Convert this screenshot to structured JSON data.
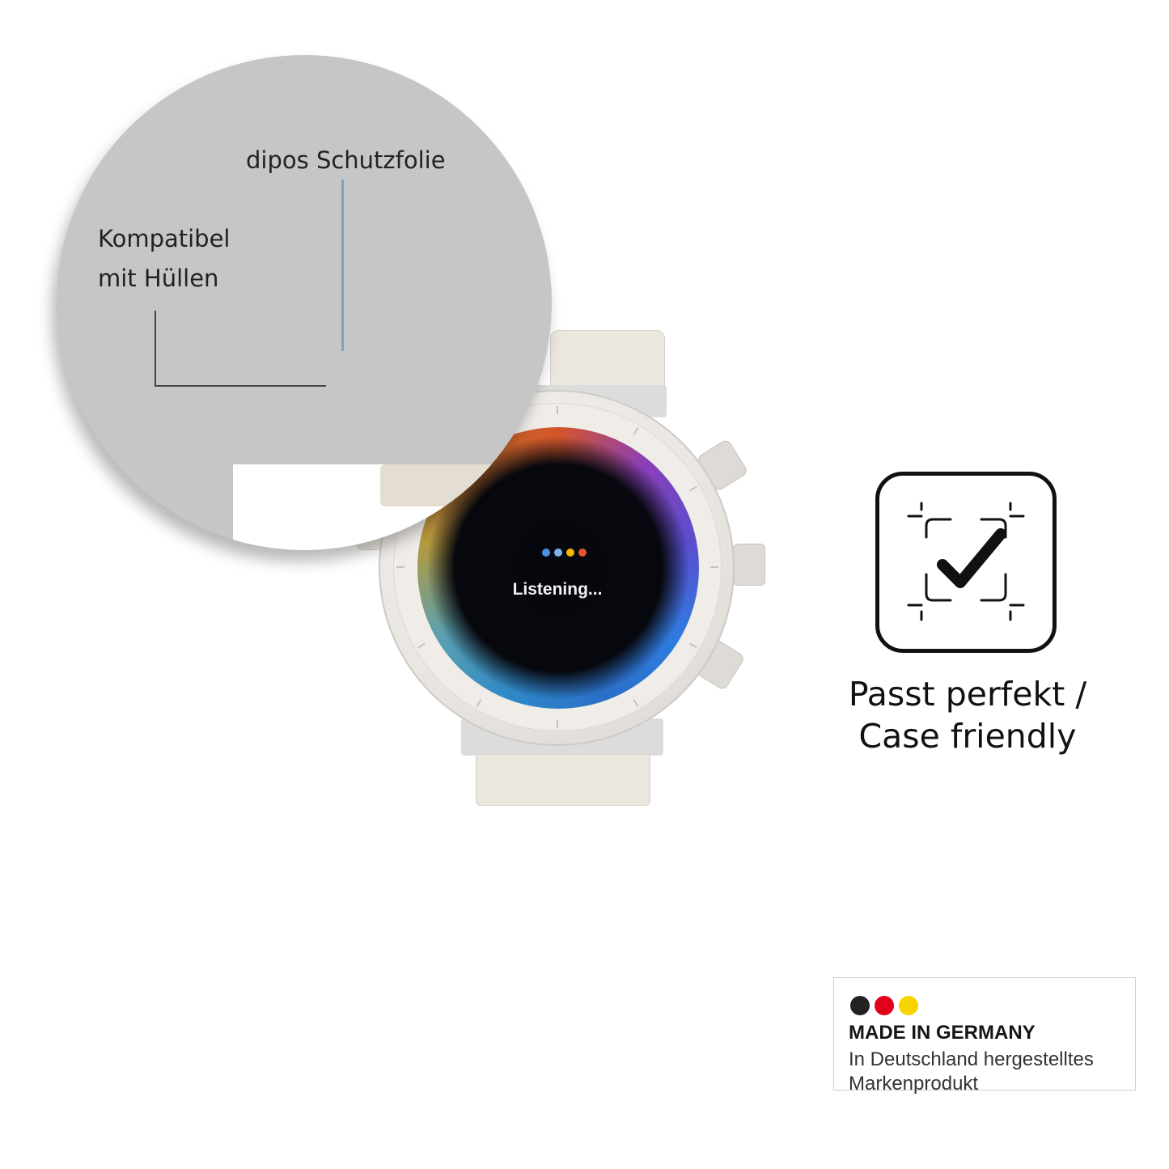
{
  "magnifier": {
    "product_label": "dipos Schutzfolie",
    "compat_line1": "Kompatibel",
    "compat_line2": "mit Hüllen",
    "bg_color": "#c6c6c6",
    "guide_line_color": "#7ba3bf"
  },
  "watch": {
    "screen_status": "Listening...",
    "assistant_dots": [
      "#4a90e2",
      "#7fb3e8",
      "#f4b400",
      "#e5532f"
    ],
    "strap_color": "#ebe6de"
  },
  "feature": {
    "icon": "checkmark-frame-icon",
    "label_line1": "Passt perfekt /",
    "label_line2": "Case friendly"
  },
  "badge": {
    "flag_colors": [
      "#222222",
      "#e2001a",
      "#f7d300"
    ],
    "title": "MADE IN GERMANY",
    "subtitle_line1": "In Deutschland hergestelltes",
    "subtitle_line2": "Markenprodukt"
  }
}
